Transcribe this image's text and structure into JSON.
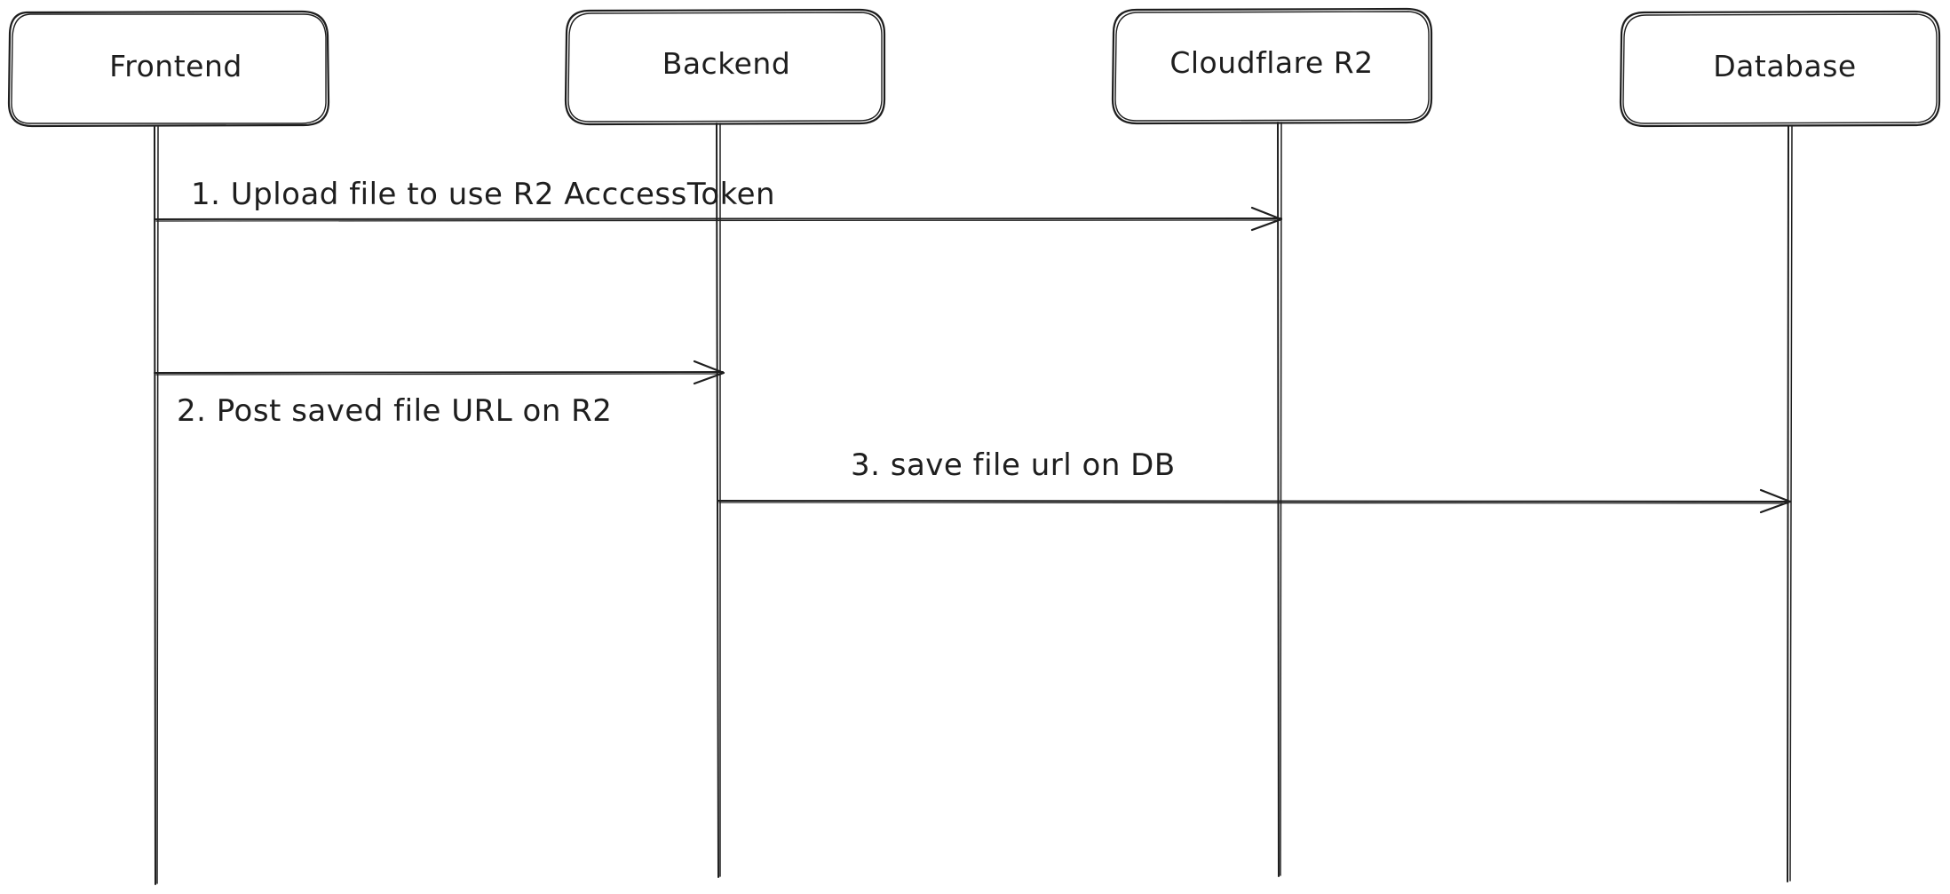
{
  "diagram": {
    "actors": {
      "frontend": "Frontend",
      "backend": "Backend",
      "r2": "Cloudflare R2",
      "database": "Database"
    },
    "messages": {
      "m1": "1. Upload file to use R2 AcccessToken",
      "m2": "2. Post saved file URL on R2",
      "m3": "3. save file url on DB"
    },
    "colors": {
      "stroke": "#1e1e1e",
      "background": "#ffffff"
    }
  }
}
